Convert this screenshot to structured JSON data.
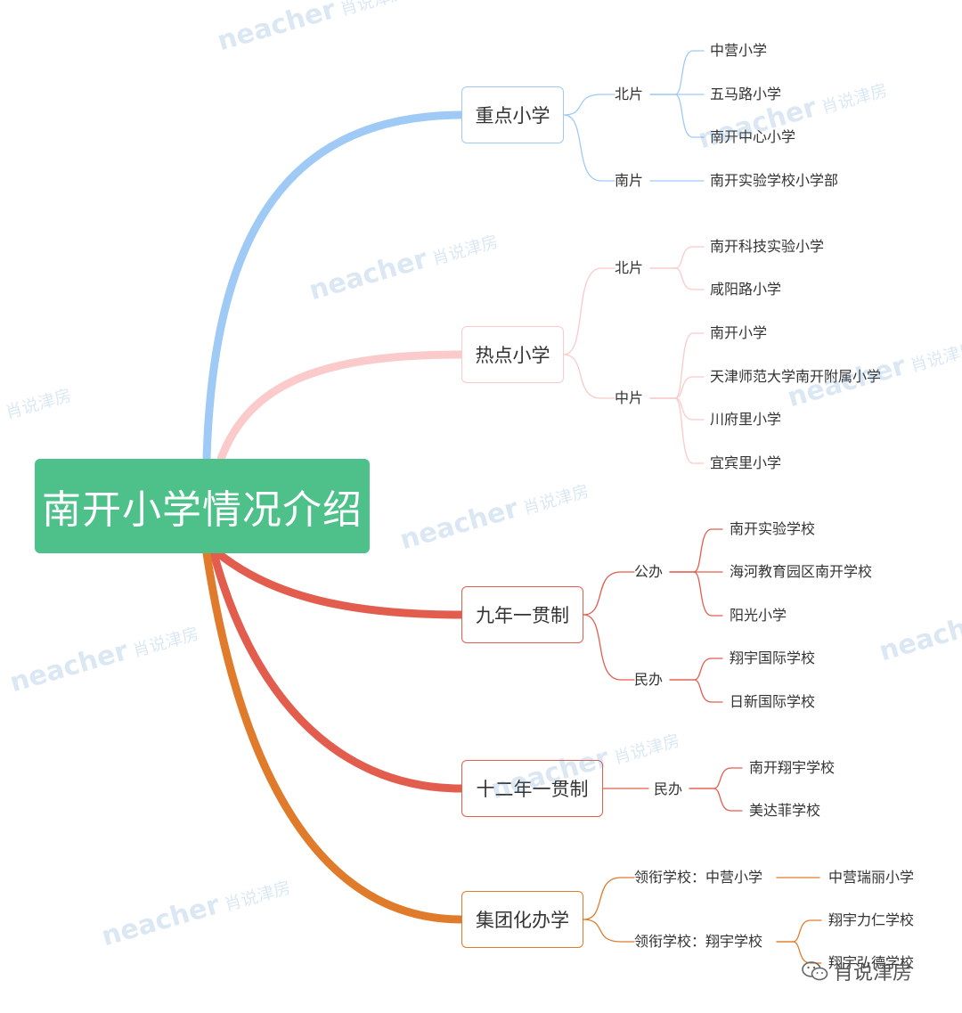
{
  "root": {
    "label": "南开小学情况介绍"
  },
  "branches": [
    {
      "label": "重点小学",
      "color": "#9fcaf6",
      "groups": [
        {
          "label": "北片",
          "items": [
            "中营小学",
            "五马路小学",
            "南开中心小学"
          ]
        },
        {
          "label": "南片",
          "items": [
            "南开实验学校小学部"
          ]
        }
      ]
    },
    {
      "label": "热点小学",
      "color": "#fbcaca",
      "groups": [
        {
          "label": "北片",
          "items": [
            "南开科技实验小学",
            "咸阳路小学"
          ]
        },
        {
          "label": "中片",
          "items": [
            "南开小学",
            "天津师范大学南开附属小学",
            "川府里小学",
            "宜宾里小学"
          ]
        }
      ]
    },
    {
      "label": "九年一贯制",
      "color": "#e35d4e",
      "groups": [
        {
          "label": "公办",
          "items": [
            "南开实验学校",
            "海河教育园区南开学校",
            "阳光小学"
          ]
        },
        {
          "label": "民办",
          "items": [
            "翔宇国际学校",
            "日新国际学校"
          ]
        }
      ]
    },
    {
      "label": "十二年一贯制",
      "color": "#e35d4e",
      "groups": [
        {
          "label": "民办",
          "items": [
            "南开翔宇学校",
            "美达菲学校"
          ]
        }
      ]
    },
    {
      "label": "集团化办学",
      "color": "#e07b2b",
      "groups": [
        {
          "label": "领衔学校：中营小学",
          "items": [
            "中营瑞丽小学"
          ]
        },
        {
          "label": "领衔学校：翔宇学校",
          "items": [
            "翔宇力仁学校",
            "翔宇弘德学校"
          ]
        }
      ]
    }
  ],
  "watermark": {
    "brand": "neacher",
    "text": "肖说津房"
  },
  "footer": {
    "account": "肖说津房",
    "icon": "wechat-icon"
  }
}
